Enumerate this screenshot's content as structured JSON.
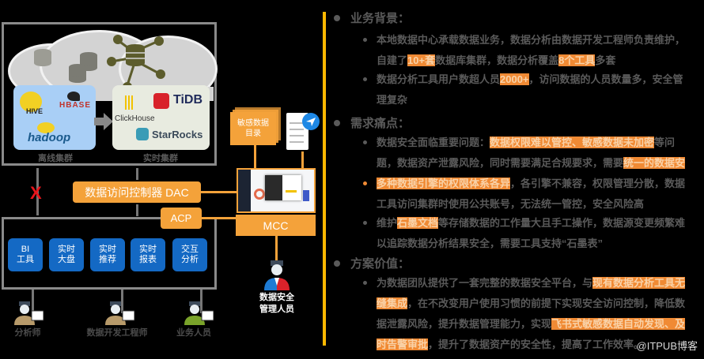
{
  "left_diagram": {
    "offline_cluster": {
      "label": "离线集群",
      "logos": [
        "HIVE",
        "HBASE",
        "hadoop"
      ]
    },
    "realtime_cluster": {
      "label": "实时集群",
      "logos": [
        "ClickHouse",
        "TiDB",
        "StarRocks"
      ]
    },
    "blocked_marker": "X",
    "dac_label": "数据访问控制器 DAC",
    "acp_label": "ACP",
    "apps": [
      {
        "label": "BI\n工具"
      },
      {
        "label": "实时\n大盘"
      },
      {
        "label": "实时\n推荐"
      },
      {
        "label": "实时\n报表"
      },
      {
        "label": "交互\n分析"
      }
    ],
    "users": [
      {
        "label": "分析师"
      },
      {
        "label": "数据开发工程师"
      },
      {
        "label": "业务人员"
      }
    ],
    "catalog_label": "敏感数据\n目录",
    "mcc_label": "MCC",
    "admin_label": "数据安全\n管理人员"
  },
  "right_text": {
    "sections": [
      {
        "title": "业务背景：",
        "items": [
          {
            "parts": [
              {
                "t": "本地数据中心承载数据业务，数据分析由数据开发工程师负责维护，自建了"
              },
              {
                "t": "10+套",
                "hl": true
              },
              {
                "t": "数据库集群，数据分析覆盖"
              },
              {
                "t": "8个工具",
                "hl": true
              },
              {
                "t": "多套"
              }
            ],
            "orange": false
          },
          {
            "parts": [
              {
                "t": "数据分析工具用户数超人员"
              },
              {
                "t": "2000+",
                "hl": true
              },
              {
                "t": "，访问数据的人员数量多，安全管理复杂"
              }
            ],
            "orange": false
          }
        ]
      },
      {
        "title": "需求痛点：",
        "items": [
          {
            "parts": [
              {
                "t": "数据安全面临重要问题："
              },
              {
                "t": "数据权限难以管控、敏感数据未加密",
                "hl": true
              },
              {
                "t": "等问题，数据资产泄露风险，同时需要满足合规要求，需要"
              },
              {
                "t": "统一的数据安全访问控制能力",
                "hl": true
              },
              {
                "t": "。"
              }
            ],
            "orange": false
          },
          {
            "parts": [
              {
                "t": "多种数据引擎的权限体系各异",
                "hl": true
              },
              {
                "t": "，各引擎不兼容，权限管理分散，数据工具访问集群时使用公共账号，无法统一管控，安全风险高"
              }
            ],
            "orange": true
          },
          {
            "parts": [
              {
                "t": "维护"
              },
              {
                "t": "石墨文档",
                "hl": true
              },
              {
                "t": "等存储数据的工作量大且手工操作，数据源变更频繁难以追踪数据分析结果安全，需要工具支持"
              },
              {
                "t": "“石墨表”"
              }
            ],
            "orange": false
          }
        ]
      },
      {
        "title": "方案价值：",
        "items": [
          {
            "parts": [
              {
                "t": "为数据团队提供了一套完整的数据安全平台，与"
              },
              {
                "t": "现有数据分析工具无缝集成",
                "hl": true
              },
              {
                "t": "，在不改变用户使用习惯的前提下实现安全访问控制，降低数据泄露风险，提升数据管理能力，实现"
              },
              {
                "t": "飞书式敏感数据自动发现、及时告警审批",
                "hl": true
              },
              {
                "t": "，提升了数据资产的安全性，提高了工作效率。"
              }
            ],
            "orange": false
          }
        ]
      }
    ]
  },
  "watermark": "@ITPUB博客",
  "colors": {
    "accent_orange": "#f4a23a",
    "highlight_orange": "#f08a34",
    "divider_yellow": "#ffb800",
    "app_blue": "#1469c4",
    "offline_blue": "#a9cff6",
    "text_gray": "#5a5a5a"
  }
}
